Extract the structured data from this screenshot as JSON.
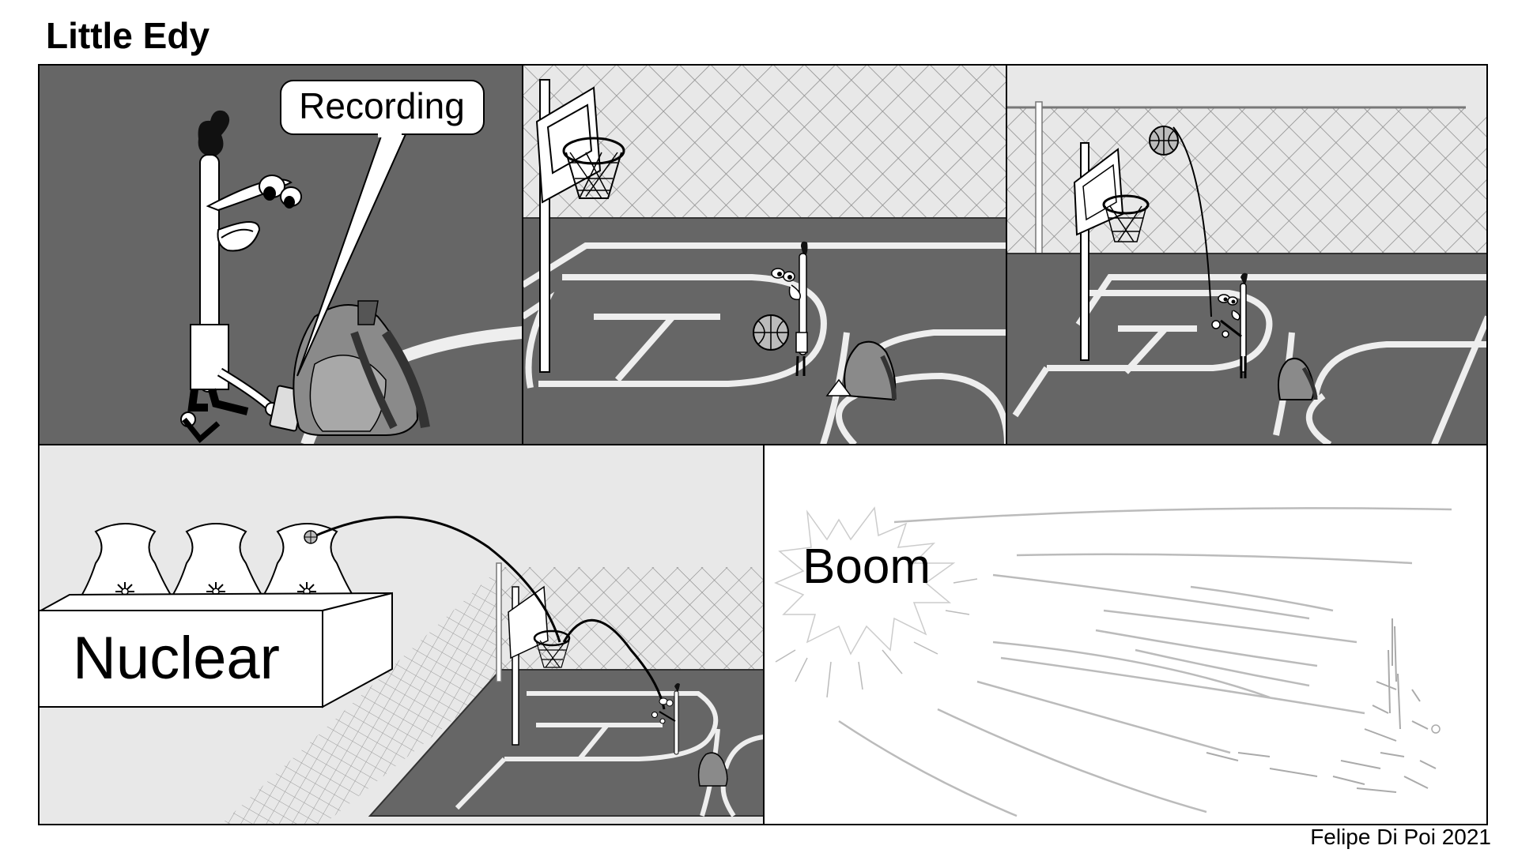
{
  "comic": {
    "title": "Little Edy",
    "credit": "Felipe Di Poi 2021"
  },
  "panels": {
    "p1": {
      "speech": "Recording"
    },
    "p4": {
      "sign": "Nuclear"
    },
    "p5": {
      "sfx": "Boom"
    }
  },
  "colors": {
    "court_floor": "#666666",
    "court_lines": "#eeeeee",
    "background_light": "#e8e8e8",
    "background_dark": "#666666",
    "ink": "#000000"
  }
}
